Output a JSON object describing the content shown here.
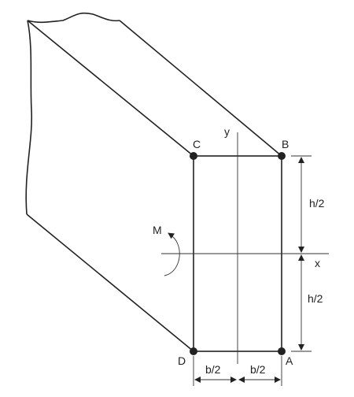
{
  "points": {
    "a": "A",
    "b": "B",
    "c": "C",
    "d": "D"
  },
  "axes": {
    "x": "x",
    "y": "y"
  },
  "moment": "M",
  "dimensions": {
    "half_width_left": "b/2",
    "half_width_right": "b/2",
    "half_height_top": "h/2",
    "half_height_bottom": "h/2"
  },
  "colors": {
    "line": "#222222",
    "background": "#ffffff"
  }
}
